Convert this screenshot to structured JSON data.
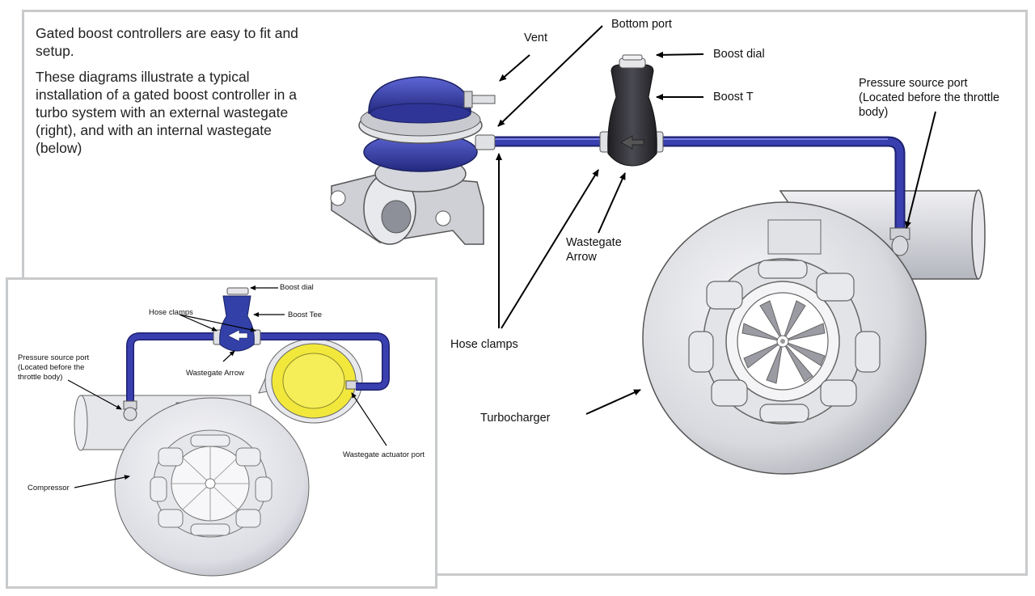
{
  "intro": {
    "line1": "Gated boost controllers are easy to fit and setup.",
    "line2": "These diagrams illustrate a typical installation of a gated boost controller in a turbo system with an external wastegate (right), and with an internal wastegate (below)"
  },
  "main_labels": {
    "vent": "Vent",
    "bottom_port": "Bottom port",
    "boost_dial": "Boost dial",
    "boost_t": "Boost T",
    "pressure_source_line1": "Pressure source port",
    "pressure_source_line2": "(Located before the throttle",
    "pressure_source_line3": "body)",
    "wastegate_arrow_line1": "Wastegate",
    "wastegate_arrow_line2": "Arrow",
    "hose_clamps": "Hose clamps",
    "turbocharger": "Turbocharger"
  },
  "inset_labels": {
    "boost_dial": "Boost dial",
    "hose_clamps": "Hose clamps",
    "boost_tee": "Boost Tee",
    "wastegate_arrow": "Wastegate Arrow",
    "pressure_source_line1": "Pressure source port",
    "pressure_source_line2": "(Located before the",
    "pressure_source_line3": "throttle body)",
    "wastegate_actuator_port": "Wastegate actuator port",
    "compressor": "Compressor"
  },
  "colors": {
    "hose": "#3a3fb0",
    "wastegate": "#3240a8",
    "controller": "#2e2e33",
    "metal": "#d9dadf",
    "actuator": "#f2e83c",
    "frame": "#c8cacc"
  }
}
